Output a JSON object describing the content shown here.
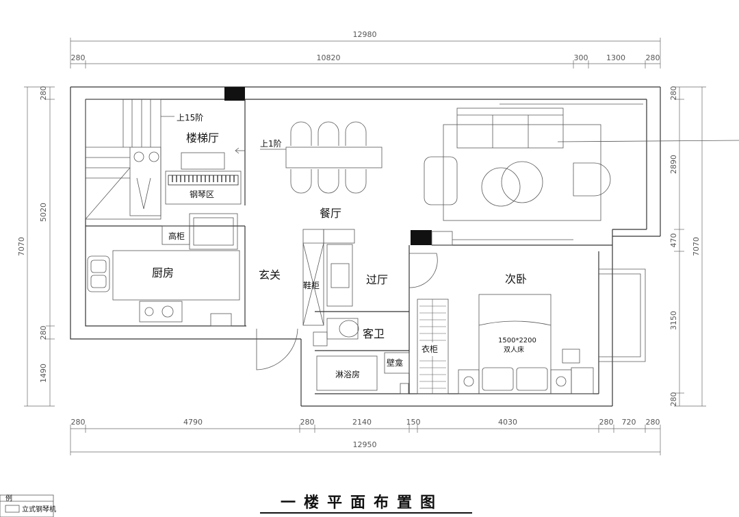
{
  "title": "一楼平面布置图",
  "dimensions": {
    "top_total": "12980",
    "top": [
      "280",
      "10820",
      "300",
      "1300",
      "280"
    ],
    "bottom_total": "12950",
    "bottom": [
      "280",
      "4790",
      "280",
      "2140",
      "150",
      "4030",
      "280",
      "720",
      "280"
    ],
    "left_total": "7070",
    "left": [
      "280",
      "5020",
      "280",
      "1490"
    ],
    "right_total": "7070",
    "right": [
      "280",
      "2890",
      "470",
      "3150",
      "280"
    ]
  },
  "rooms": {
    "stair_hall": "楼梯厅",
    "piano_area": "钢琴区",
    "dining": "餐厅",
    "kitchen": "厨房",
    "tall_cabinet": "高柜",
    "entrance": "玄关",
    "shoe_cabinet": "鞋柜",
    "corridor": "过厅",
    "guest_bath": "客卫",
    "shower": "淋浴房",
    "niche": "壁龛",
    "wardrobe": "衣柜",
    "bedroom": "次卧",
    "bed_size": "1500*2200",
    "bed_label": "双人床"
  },
  "annotations": {
    "stairs_up15": "上15阶",
    "stairs_up1": "上1阶"
  },
  "legend": {
    "header": "例",
    "item1": "立式钢琴机"
  }
}
